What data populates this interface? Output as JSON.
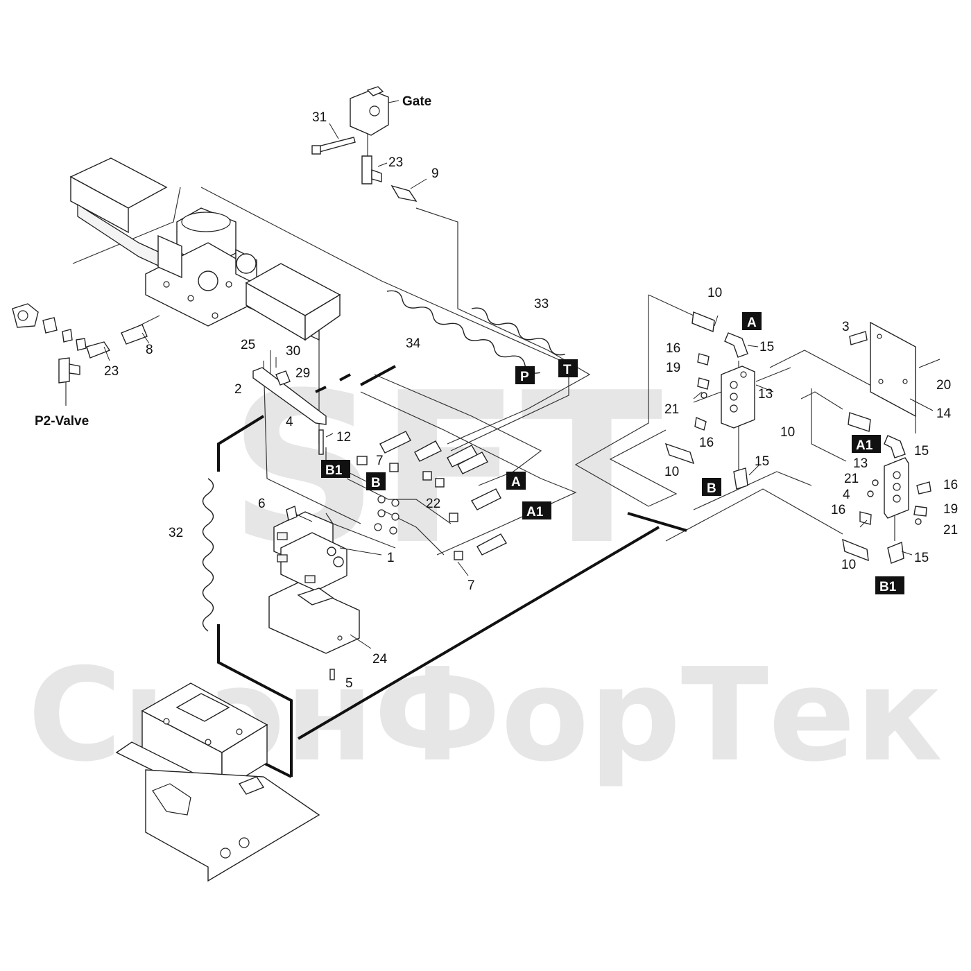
{
  "watermark": {
    "logo_text": "SFT",
    "brand_text": "СкэнФорТек"
  },
  "named_labels": {
    "gate": "Gate",
    "p2_valve": "P2-Valve"
  },
  "port_tags": [
    {
      "id": "p",
      "text": "P"
    },
    {
      "id": "t",
      "text": "T"
    },
    {
      "id": "b1-left",
      "text": "B1"
    },
    {
      "id": "b-left",
      "text": "B"
    },
    {
      "id": "a-left",
      "text": "A"
    },
    {
      "id": "a1-left",
      "text": "A1"
    },
    {
      "id": "a-right",
      "text": "A"
    },
    {
      "id": "b-right",
      "text": "B"
    },
    {
      "id": "a1-right",
      "text": "A1"
    },
    {
      "id": "b1-right",
      "text": "B1"
    }
  ],
  "callouts": [
    {
      "id": "c31",
      "text": "31"
    },
    {
      "id": "c23-top",
      "text": "23"
    },
    {
      "id": "c9",
      "text": "9"
    },
    {
      "id": "c8",
      "text": "8"
    },
    {
      "id": "c23-left",
      "text": "23"
    },
    {
      "id": "c33",
      "text": "33"
    },
    {
      "id": "c34",
      "text": "34"
    },
    {
      "id": "c25",
      "text": "25"
    },
    {
      "id": "c30",
      "text": "30"
    },
    {
      "id": "c29",
      "text": "29"
    },
    {
      "id": "c2",
      "text": "2"
    },
    {
      "id": "c4-left",
      "text": "4"
    },
    {
      "id": "c12",
      "text": "12"
    },
    {
      "id": "c7-top",
      "text": "7"
    },
    {
      "id": "c22",
      "text": "22"
    },
    {
      "id": "c6",
      "text": "6"
    },
    {
      "id": "c32",
      "text": "32"
    },
    {
      "id": "c1",
      "text": "1"
    },
    {
      "id": "c7-bottom",
      "text": "7"
    },
    {
      "id": "c24",
      "text": "24"
    },
    {
      "id": "c5",
      "text": "5"
    },
    {
      "id": "c10-top",
      "text": "10"
    },
    {
      "id": "c15-top",
      "text": "15"
    },
    {
      "id": "c16-a",
      "text": "16"
    },
    {
      "id": "c19-a",
      "text": "19"
    },
    {
      "id": "c13-a",
      "text": "13"
    },
    {
      "id": "c21-a",
      "text": "21"
    },
    {
      "id": "c16-b",
      "text": "16"
    },
    {
      "id": "c10-mid",
      "text": "10"
    },
    {
      "id": "c15-mid",
      "text": "15"
    },
    {
      "id": "c10-left",
      "text": "10"
    },
    {
      "id": "c3",
      "text": "3"
    },
    {
      "id": "c20",
      "text": "20"
    },
    {
      "id": "c14",
      "text": "14"
    },
    {
      "id": "c15-a1",
      "text": "15"
    },
    {
      "id": "c13-b",
      "text": "13"
    },
    {
      "id": "c21-b",
      "text": "21"
    },
    {
      "id": "c16-c",
      "text": "16"
    },
    {
      "id": "c4-right",
      "text": "4"
    },
    {
      "id": "c19-b",
      "text": "19"
    },
    {
      "id": "c16-d",
      "text": "16"
    },
    {
      "id": "c21-c",
      "text": "21"
    },
    {
      "id": "c10-bottom",
      "text": "10"
    },
    {
      "id": "c15-bottom",
      "text": "15"
    }
  ]
}
